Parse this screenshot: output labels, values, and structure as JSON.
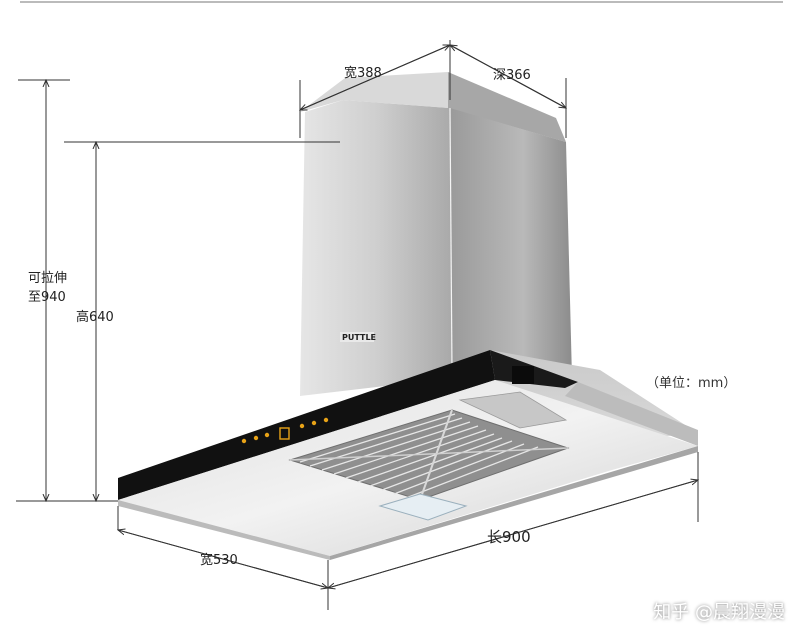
{
  "labels": {
    "width_top": "宽388",
    "depth_top": "深366",
    "extendable_line1": "可拉伸",
    "extendable_line2": "至940",
    "height": "高640",
    "unit": "（单位：mm）",
    "length": "长900",
    "width_bottom": "宽530"
  },
  "product": {
    "brand_text": "PUTTLE"
  },
  "watermark": "知乎 @晨翔漫漫",
  "colors": {
    "steel_light": "#d6d6d6",
    "steel_mid": "#b4b4b4",
    "steel_dark": "#8a8a8a",
    "glass_black": "#111111",
    "control_amber": "#e8a317",
    "dimension_line": "#333333"
  }
}
